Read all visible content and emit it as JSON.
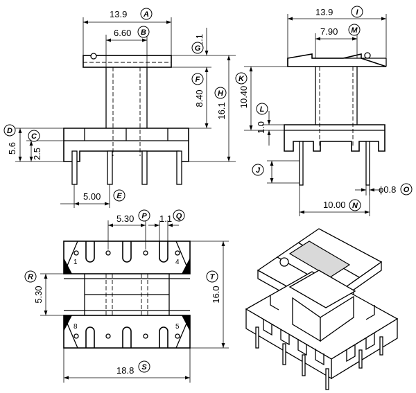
{
  "dimensions": {
    "A": {
      "value": "13.9",
      "code": "A"
    },
    "B": {
      "value": "6.60",
      "code": "B"
    },
    "C": {
      "value": "2.5",
      "code": "C"
    },
    "D": {
      "value": "5.6",
      "code": "D"
    },
    "E": {
      "value": "5.00",
      "code": "E"
    },
    "F": {
      "value": "8.40",
      "code": "F"
    },
    "G": {
      "value": "2.1",
      "code": "G"
    },
    "H": {
      "value": "16.1",
      "code": "H"
    },
    "I": {
      "value": "13.9",
      "code": "I"
    },
    "J": {
      "value": "",
      "code": "J"
    },
    "K": {
      "value": "10.40",
      "code": "K"
    },
    "L": {
      "value": "1.0",
      "code": "L"
    },
    "M": {
      "value": "7.90",
      "code": "M"
    },
    "N": {
      "value": "10.00",
      "code": "N"
    },
    "O": {
      "value": "ϕ0.8",
      "code": "O"
    },
    "P": {
      "value": "5.30",
      "code": "P"
    },
    "Q": {
      "value": "1.1",
      "code": "Q"
    },
    "R": {
      "value": "5.30",
      "code": "R"
    },
    "S": {
      "value": "18.8",
      "code": "S"
    },
    "T": {
      "value": "16.0",
      "code": "T"
    }
  },
  "pins": {
    "p1": "1",
    "p4": "4",
    "p5": "5",
    "p8": "8"
  }
}
